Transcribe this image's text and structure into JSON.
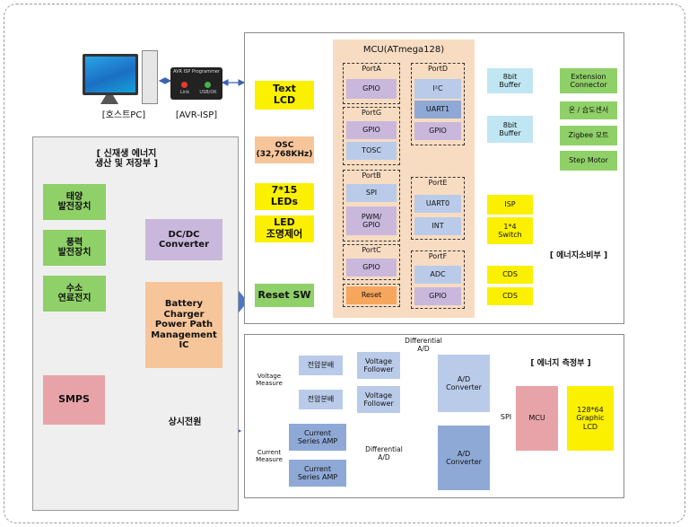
{
  "host_pc": {
    "label": "[호스트PC]"
  },
  "isp_device": {
    "label": "[AVR-ISP]",
    "screen_text": "AVR ISP Programmer",
    "led1": "Link",
    "led2": "USB/OK"
  },
  "mcu": {
    "title": "MCU(ATmega128)",
    "ports": {
      "portA": {
        "name": "PortA",
        "pins": [
          "GPIO"
        ]
      },
      "portG": {
        "name": "PortG",
        "pins": [
          "GPIO",
          "TOSC"
        ]
      },
      "portB": {
        "name": "PortB",
        "pins": [
          "SPI",
          "PWM/\nGPIO"
        ]
      },
      "portC": {
        "name": "PortC",
        "pins": [
          "GPIO"
        ]
      },
      "portD": {
        "name": "PortD",
        "pins": [
          "I²C",
          "UART1",
          "GPIO"
        ]
      },
      "portE": {
        "name": "PortE",
        "pins": [
          "UART0",
          "INT"
        ]
      },
      "portF": {
        "name": "PortF",
        "pins": [
          "ADC",
          "GPIO"
        ]
      },
      "reset": "Reset"
    }
  },
  "left_peripherals": {
    "text_lcd": "Text\nLCD",
    "osc": "OSC\n(32,768KHz)",
    "leds": "7*15\nLEDs",
    "led_dimming": "LED\n조명제어",
    "reset_sw": "Reset SW"
  },
  "right_peripherals": {
    "buffer1": "8bit\nBuffer",
    "buffer2": "8bit\nBuffer",
    "extension": "Extension\nConnector",
    "temp_sensor": "온 / 습도센서",
    "zigbee": "Zigbee 모트",
    "step_motor": "Step Motor",
    "isp": "ISP",
    "switch": "1*4\nSwitch",
    "cds1": "CDS",
    "cds2": "CDS",
    "section_label": "[ 에너지소비부 ]"
  },
  "energy_gen": {
    "title": "[ 신재생 에너지\n생산 및 저장부 ]",
    "solar": "태양\n발전장치",
    "wind": "풍력\n발전장치",
    "fuel_cell": "수소\n연료전지",
    "dcdc": "DC/DC\nConverter",
    "battery": "Battery\nCharger\nPower Path\nManagement\nIC",
    "smps": "SMPS",
    "standby_power": "상시전원"
  },
  "measure": {
    "title": "[ 에너지 측정부 ]",
    "voltage_measure": "Voltage\nMeasure",
    "current_measure": "Current\nMeasure",
    "divider1": "전압분배",
    "divider2": "전압분배",
    "follower1": "Voltage\nFollower",
    "follower2": "Voltage\nFollower",
    "current_amp1": "Current\nSeries AMP",
    "current_amp2": "Current\nSeries AMP",
    "diff_label1": "Differential\nA/D",
    "diff_label2": "Differential\nA/D",
    "adc1": "A/D\nConverter",
    "adc2": "A/D\nConverter",
    "spi": "SPI",
    "mcu": "MCU",
    "glcd": "128*64\nGraphic\nLCD"
  }
}
